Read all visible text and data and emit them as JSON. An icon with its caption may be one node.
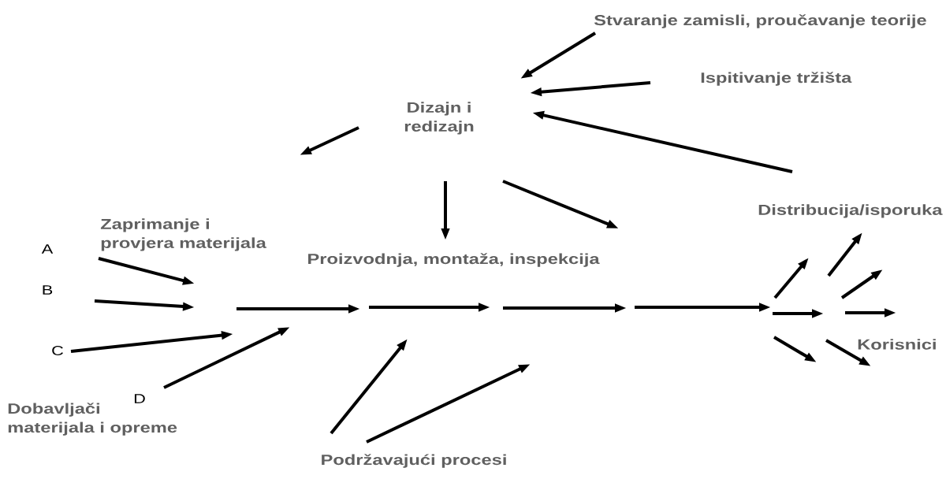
{
  "diagram": {
    "nodes": [
      {
        "text": [
          "Stvaranje zamisli, proučavanje teorije"
        ]
      },
      {
        "text": [
          "Ispitivanje tržišta"
        ]
      },
      {
        "text": [
          "Dizajn i redizajn"
        ]
      },
      {
        "text": [
          "Distribucija/isporuka"
        ]
      },
      {
        "text": [
          "Zaprimanje i provjera materijala"
        ]
      },
      {
        "text": [
          "Proizvodnja, montaža, inspekcija"
        ]
      },
      {
        "text": [
          "A"
        ]
      },
      {
        "text": [
          "B"
        ]
      },
      {
        "text": [
          "C"
        ]
      },
      {
        "text": [
          "D"
        ]
      },
      {
        "text": [
          "Dobavljači materijala i opreme"
        ]
      },
      {
        "text": [
          "Korisnici"
        ]
      },
      {
        "text": [
          "Podržavajući procesi"
        ]
      }
    ],
    "edges": [
      {
        "from": 0,
        "to": 2,
        "arrow": "to"
      },
      {
        "from": 1,
        "to": 2,
        "arrow": "to"
      },
      {
        "from": 3,
        "to": 2,
        "arrow": "to"
      },
      {
        "from": 2,
        "to": 5,
        "arrow": "to"
      },
      {
        "from": 8,
        "to": null,
        "arrow": "to"
      },
      {
        "from": 9,
        "to": null,
        "arrow": "to"
      },
      {
        "from": null,
        "to": 5,
        "arrow": "to"
      },
      {
        "from": 5,
        "to": null,
        "arrow": "to"
      },
      {
        "from": 12,
        "to": null,
        "arrow": "to"
      },
      {
        "from": 12,
        "to": null,
        "arrow": "to"
      },
      {
        "from": null,
        "to": 11,
        "arrow": "to"
      }
    ]
  }
}
